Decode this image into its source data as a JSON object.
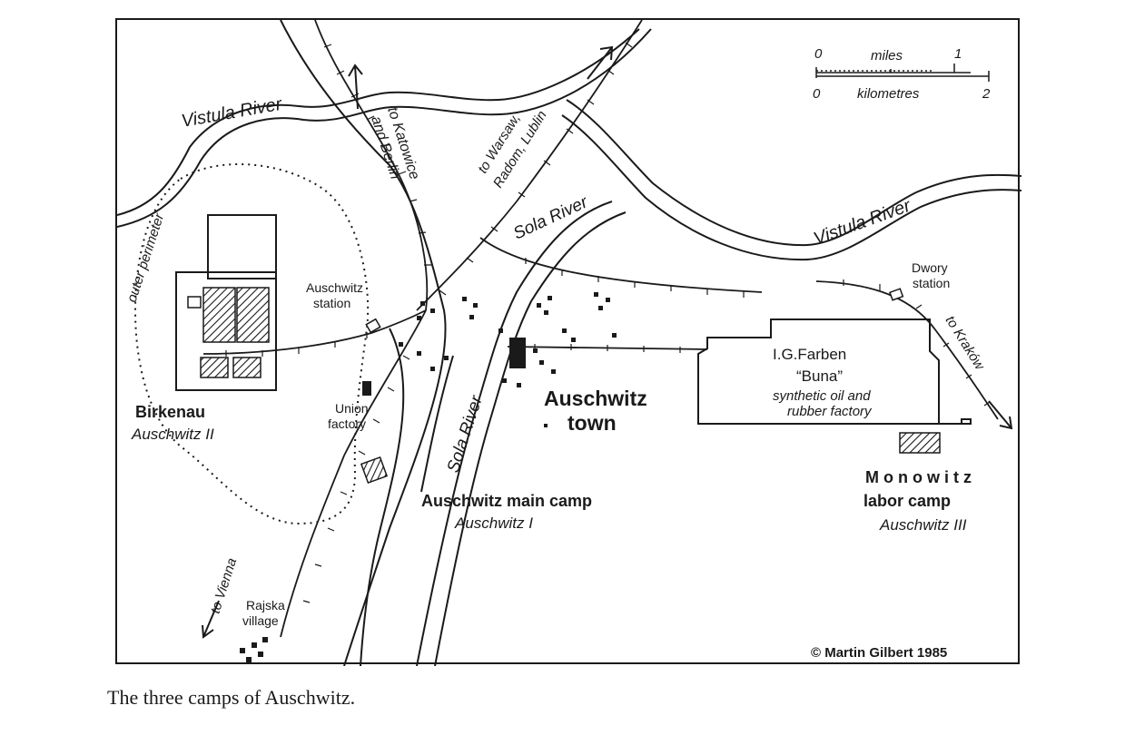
{
  "caption": "The three camps of Auschwitz.",
  "copyright": "© Martin Gilbert 1985",
  "scale": {
    "miles_label": "miles",
    "miles_start": "0",
    "miles_end": "1",
    "km_label": "kilometres",
    "km_start": "0",
    "km_end": "2"
  },
  "rivers": {
    "vistula_west": "Vistula River",
    "vistula_east": "Vistula River",
    "sola_north": "Sola River",
    "sola_south": "Sola River"
  },
  "routes": {
    "katowice_line1": "to Katowice",
    "katowice_line2": "and Berlin",
    "warsaw_line1": "to Warsaw,",
    "warsaw_line2": "Radom, Lublin",
    "vienna": "to Vienna",
    "krakow": "to Kraków"
  },
  "places": {
    "outer_perimeter": "outer perimeter",
    "station_line1": "Auschwitz",
    "station_line2": "station",
    "dwory_line1": "Dwory",
    "dwory_line2": "station",
    "union_line1": "Union",
    "union_line2": "factory",
    "rajska_line1": "Rajska",
    "rajska_line2": "village",
    "town_line1": "Auschwitz",
    "town_line2": "town",
    "farben_line1": "I.G.Farben",
    "farben_line2": "“Buna”",
    "farben_line3": "synthetic oil and",
    "farben_line4": "rubber factory"
  },
  "camps": {
    "birkenau_name": "Birkenau",
    "birkenau_sub": "Auschwitz II",
    "main_name": "Auschwitz main camp",
    "main_sub": "Auschwitz I",
    "monowitz_line1": "M o n o w i t z",
    "monowitz_line2": "labor camp",
    "monowitz_sub": "Auschwitz III"
  },
  "colors": {
    "ink": "#1a1a1a",
    "paper": "#ffffff"
  }
}
